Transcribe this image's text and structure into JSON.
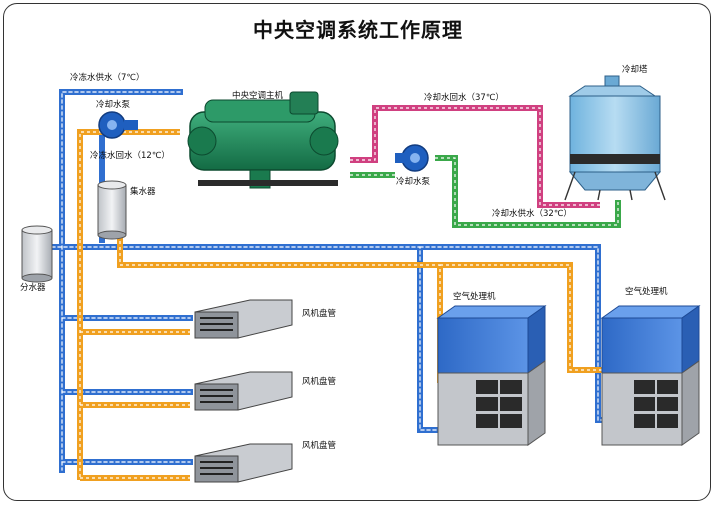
{
  "title": "中央空调系统工作原理",
  "labels": {
    "chilled_supply": "冷冻水供水（7℃）",
    "chilled_pump": "冷却水泵",
    "chilled_return": "冷冻水回水（12℃）",
    "main_unit": "中央空调主机",
    "cooling_return": "冷却水回水（37℃）",
    "cooling_tower": "冷却塔",
    "cooling_pump": "冷却水泵",
    "cooling_supply": "冷却水供水（32℃）",
    "collector": "集水器",
    "distributor": "分水器",
    "fcu_1": "风机盘管",
    "fcu_2": "风机盘管",
    "fcu_3": "风机盘管",
    "ahu_1": "空气处理机",
    "ahu_2": "空气处理机"
  },
  "colors": {
    "chilled_water": "#2f6fd0",
    "return_water": "#f0a020",
    "cooling_return": "#d04080",
    "cooling_supply": "#3aa84a",
    "chiller_body": "#1f8a5a",
    "tower_body": "#8fc6e8",
    "ahu_top": "#3f7ed8",
    "ahu_bottom": "#b9bcc2"
  }
}
